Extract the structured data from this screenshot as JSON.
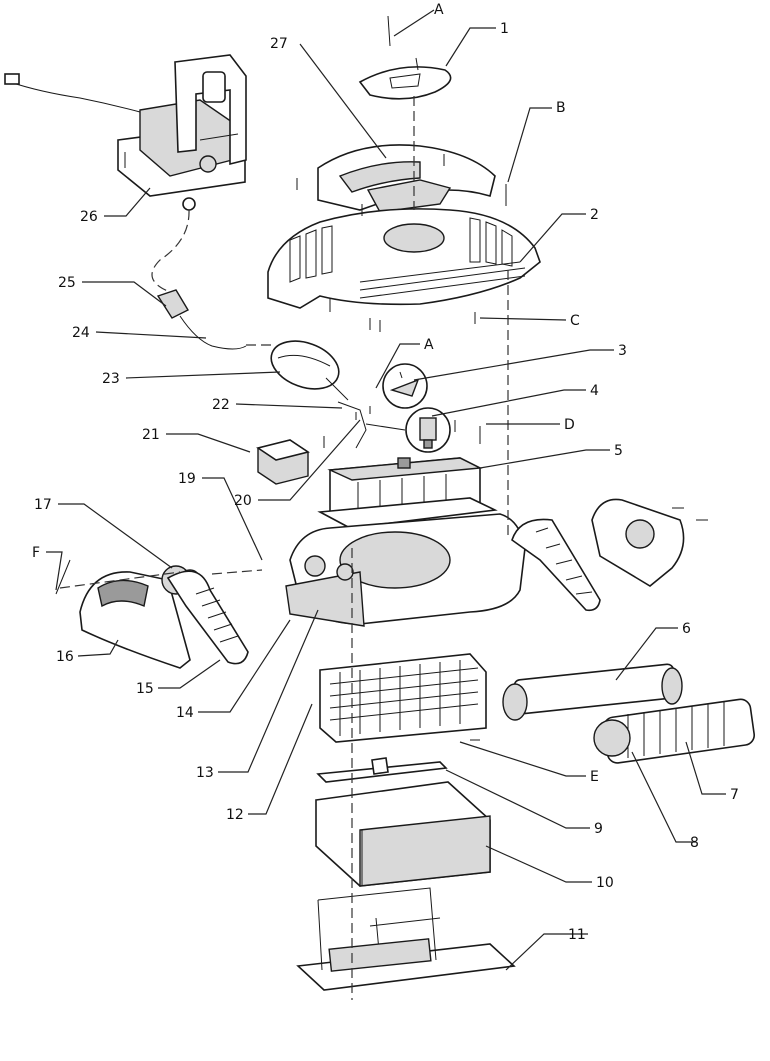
{
  "callouts": [
    {
      "id": "c-A-top",
      "text": "A"
    },
    {
      "id": "c-1",
      "text": "1"
    },
    {
      "id": "c-27",
      "text": "27"
    },
    {
      "id": "c-B",
      "text": "B"
    },
    {
      "id": "c-2",
      "text": "2"
    },
    {
      "id": "c-26",
      "text": "26"
    },
    {
      "id": "c-25",
      "text": "25"
    },
    {
      "id": "c-C",
      "text": "C"
    },
    {
      "id": "c-24",
      "text": "24"
    },
    {
      "id": "c-A-mid",
      "text": "A"
    },
    {
      "id": "c-3",
      "text": "3"
    },
    {
      "id": "c-23",
      "text": "23"
    },
    {
      "id": "c-22",
      "text": "22"
    },
    {
      "id": "c-4",
      "text": "4"
    },
    {
      "id": "c-D",
      "text": "D"
    },
    {
      "id": "c-21",
      "text": "21"
    },
    {
      "id": "c-5",
      "text": "5"
    },
    {
      "id": "c-20",
      "text": "20"
    },
    {
      "id": "c-19",
      "text": "19"
    },
    {
      "id": "c-17",
      "text": "17"
    },
    {
      "id": "c-F",
      "text": "F"
    },
    {
      "id": "c-6",
      "text": "6"
    },
    {
      "id": "c-16",
      "text": "16"
    },
    {
      "id": "c-15",
      "text": "15"
    },
    {
      "id": "c-14",
      "text": "14"
    },
    {
      "id": "c-13",
      "text": "13"
    },
    {
      "id": "c-E",
      "text": "E"
    },
    {
      "id": "c-7",
      "text": "7"
    },
    {
      "id": "c-12",
      "text": "12"
    },
    {
      "id": "c-9",
      "text": "9"
    },
    {
      "id": "c-8",
      "text": "8"
    },
    {
      "id": "c-10",
      "text": "10"
    },
    {
      "id": "c-11",
      "text": "11"
    }
  ]
}
